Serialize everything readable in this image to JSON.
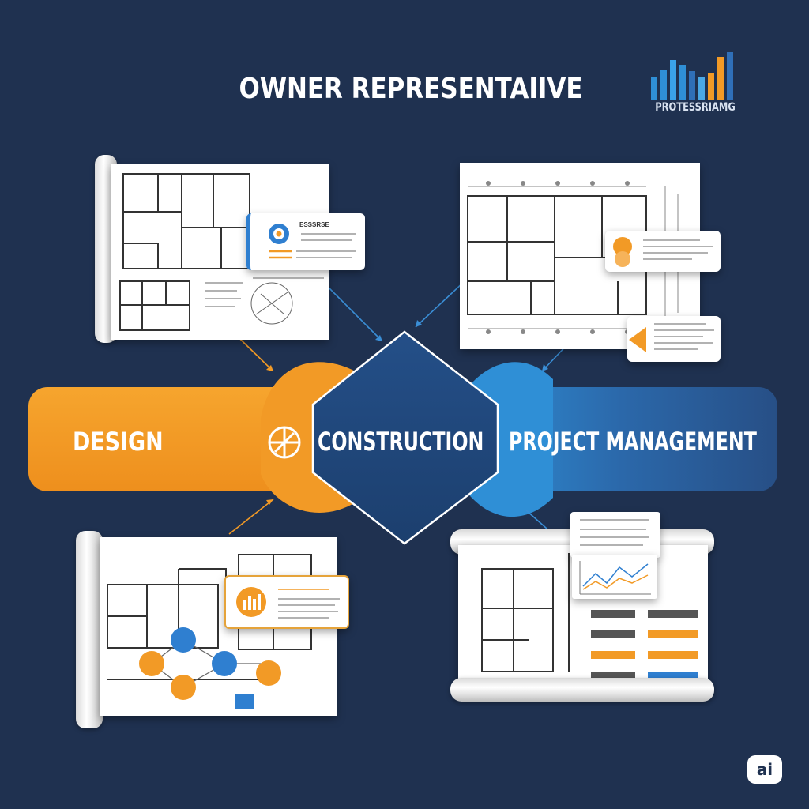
{
  "header": {
    "title": "OWNER REPRESENTAIIVE",
    "logo_text": "PROTESSRIAMG",
    "logo_icon": "bar-chart-icon"
  },
  "phases": {
    "design": "DESIGN",
    "construction": "CONSTRUCTION",
    "project_management": "PROJECT MANAGEMENT"
  },
  "colors": {
    "background": "#1f3150",
    "design": "#f29a26",
    "construction": "#1f4a80",
    "project_management": "#2b5c96",
    "accent_blue": "#2f8fd6"
  },
  "cards": {
    "top_left_heading": "ESSSRSE",
    "top_left_icon": "target-icon",
    "bottom_left_icon": "bar-chart-icon",
    "compass_icon": "compass-icon"
  },
  "badge": {
    "label": "ai"
  }
}
